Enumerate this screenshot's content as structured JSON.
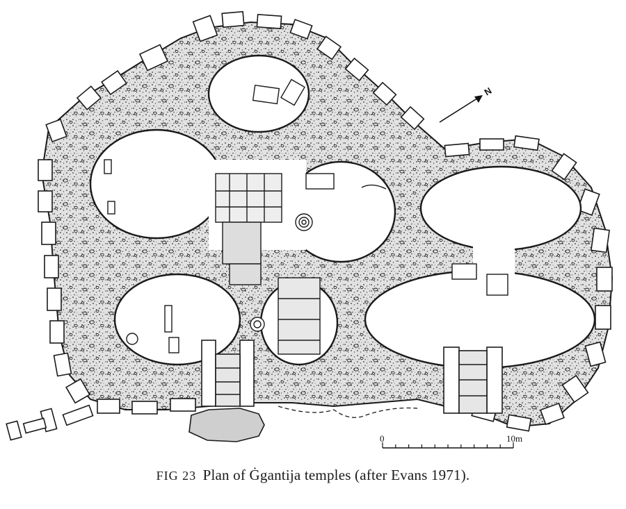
{
  "figure": {
    "caption_label": "FIG 23",
    "caption_text": "Plan of Ġgantija temples (after Evans 1971)."
  },
  "scale_bar": {
    "start_label": "0",
    "end_label": "10m",
    "divisions": 10
  },
  "north_arrow": {
    "label": "N"
  },
  "colors": {
    "ink": "#1a1a1a",
    "fill_stipple": "#d9d9d9",
    "background": "#ffffff"
  }
}
